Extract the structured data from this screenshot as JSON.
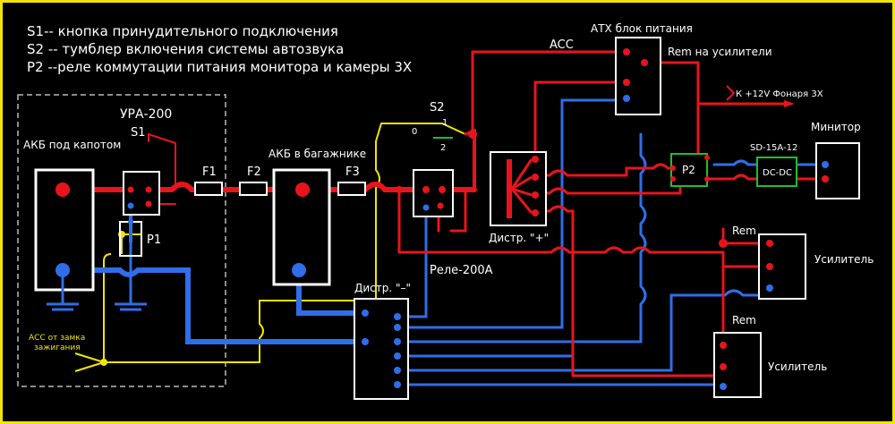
{
  "legend": {
    "s1": "S1-- кнопка принудительного подключения",
    "s2": "S2 -- тумблер включения системы автозвука",
    "p2": "P2 --реле коммутации питания монитора и камеры 3Х"
  },
  "labels": {
    "akb_hood": "АКБ под капотом",
    "ura": "УРА-200",
    "s1": "S1",
    "p1": "P1",
    "f1": "F1",
    "f2": "F2",
    "f3": "F3",
    "akb_trunk": "АКБ в багажнике",
    "s2": "S2",
    "s2_pos0": "0",
    "s2_pos1": "1",
    "s2_pos2": "2",
    "acc": "ACC",
    "atx": "АТХ блок питания",
    "rem_amps": "Rem на усилители",
    "lamp": "К +12V Фонаря 3Х",
    "monitor": "Минитор",
    "dcdc_model": "SD-15A-12",
    "dcdc": "DC-DC",
    "p2": "P2",
    "distr_plus": "Дистр. \"+\"",
    "distr_minus": "Дистр. \"–\"",
    "relay200": "Реле-200А",
    "rem1": "Rem",
    "amp1": "Усилитель",
    "rem2": "Rem",
    "amp2": "Усилитель",
    "acc_ign_1": "АСС от замка",
    "acc_ign_2": "зажигания"
  },
  "colors": {
    "background": "#000000",
    "border": "#f2e600",
    "positive_wire": "#e8141c",
    "ground_wire": "#2f6ee8",
    "acc_wire": "#f2e600",
    "signal_wire": "#e8141c",
    "relay_box": "#1fbf2a",
    "outline": "#ffffff"
  }
}
